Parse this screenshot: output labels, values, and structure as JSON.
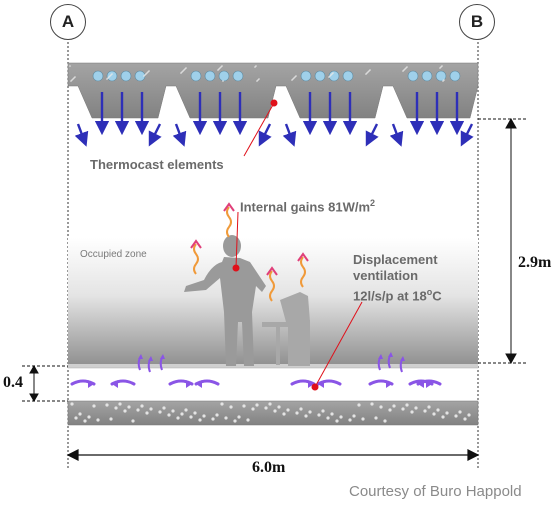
{
  "grid_labels": {
    "left": "A",
    "right": "B"
  },
  "labels": {
    "thermocast": "Thermocast elements",
    "internal_gains": "Internal gains 81W/m",
    "internal_gains_sup": "2",
    "occupied_zone": "Occupied zone",
    "displacement_line1": "Displacement",
    "displacement_line2": "ventilation",
    "displacement_line3": "12l/s/p at 18",
    "displacement_sup": "o",
    "displacement_unit": "C"
  },
  "dimensions": {
    "height": "2.9m",
    "raised_floor": "0.4",
    "width": "6.0m"
  },
  "credit": "Courtesy of Buro Happold",
  "colors": {
    "concrete": "#8e8e8e",
    "hollow_core": "#9fd0ea",
    "airflow_arrow": "#2e2fb8",
    "supply_air": "#8a55e6",
    "heat_plume": "#e0407a",
    "heat_plume_warm": "#f09a3a",
    "leader_dot": "#e0101a",
    "occupied_zone_shade": "#8a8a8a",
    "silhouette": "#9a9a9a"
  }
}
